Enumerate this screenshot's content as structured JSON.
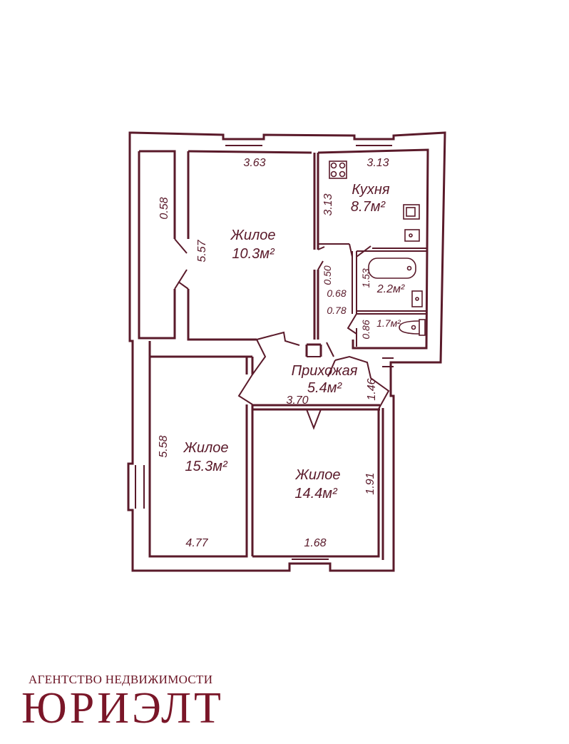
{
  "rooms": {
    "living_top": {
      "name": "Жилое",
      "area": "10.3м²"
    },
    "kitchen": {
      "name": "Кухня",
      "area": "8.7м²"
    },
    "bath": {
      "area": "2.2м²"
    },
    "wc": {
      "area": "1.7м²"
    },
    "hall": {
      "name": "Прихожая",
      "area": "5.4м²"
    },
    "living_left": {
      "name": "Жилое",
      "area": "15.3м²"
    },
    "living_right": {
      "name": "Жилое",
      "area": "14.4м²"
    }
  },
  "dimensions": {
    "d363": "3.63",
    "d313a": "3.13",
    "d313b": "3.13",
    "d058": "0.58",
    "d557": "5.57",
    "d050": "0.50",
    "d068": "0.68",
    "d078": "0.78",
    "d153": "1.53",
    "d086": "0.86",
    "d146": "1.46",
    "d370": "3.70",
    "d558": "5.58",
    "d477": "4.77",
    "d168": "1.68",
    "d191": "1.91"
  },
  "logo": {
    "tagline": "АГЕНТСТВО НЕДВИЖИМОСТИ",
    "name": "ЮРИЭЛТ"
  },
  "colors": {
    "ink": "#5a1a2a",
    "logo": "#7a1628"
  }
}
